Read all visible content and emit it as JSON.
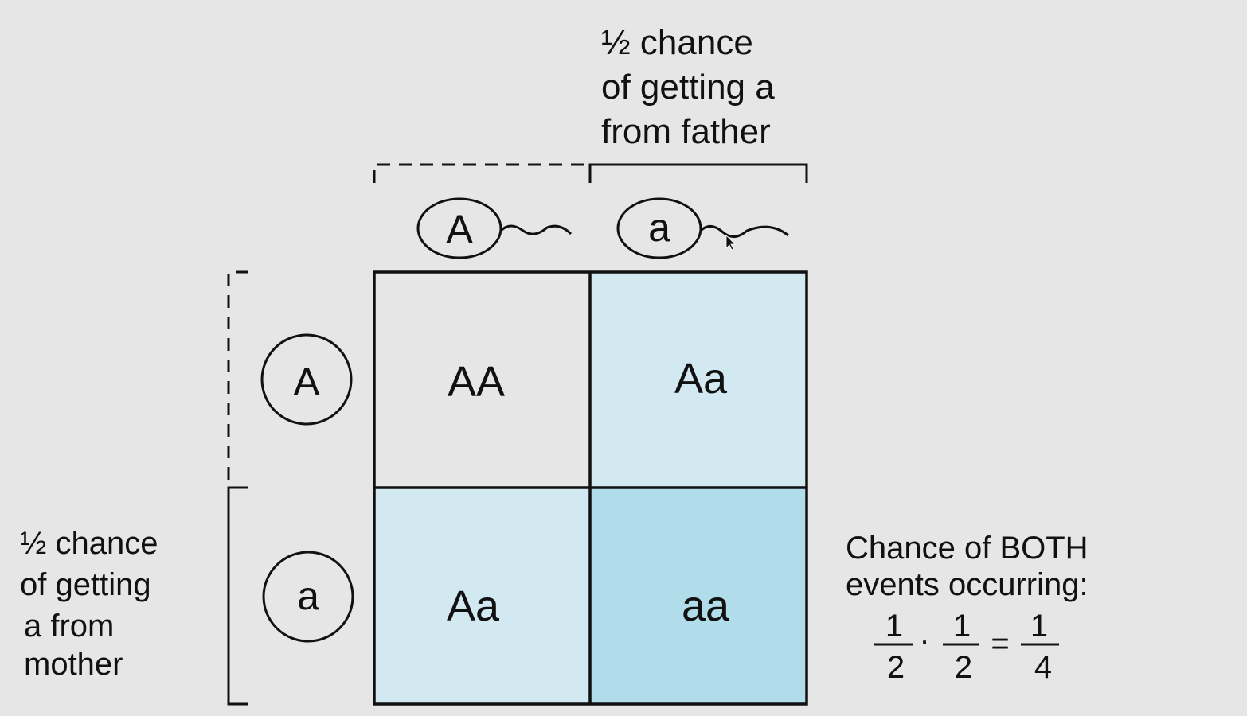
{
  "colors": {
    "background": "#e6e6e6",
    "heterozygous": "#d3e9f1",
    "recessive": "#b1dce9",
    "homozygous_dominant": "#e6e6e6",
    "stroke": "#111111"
  },
  "father": {
    "annotation": [
      "½ chance",
      "of getting a",
      "from father"
    ],
    "alleles": [
      "A",
      "a"
    ]
  },
  "mother": {
    "annotation": [
      "½ chance",
      "of getting",
      "a from",
      "mother"
    ],
    "alleles": [
      "A",
      "a"
    ]
  },
  "grid": {
    "cells": [
      [
        "AA",
        "Aa"
      ],
      [
        "Aa",
        "aa"
      ]
    ]
  },
  "result": {
    "lines": [
      "Chance of BOTH",
      "events occurring:"
    ],
    "formula": {
      "a_num": "1",
      "a_den": "2",
      "op": "·",
      "b_num": "1",
      "b_den": "2",
      "eq": "=",
      "c_num": "1",
      "c_den": "4"
    }
  }
}
